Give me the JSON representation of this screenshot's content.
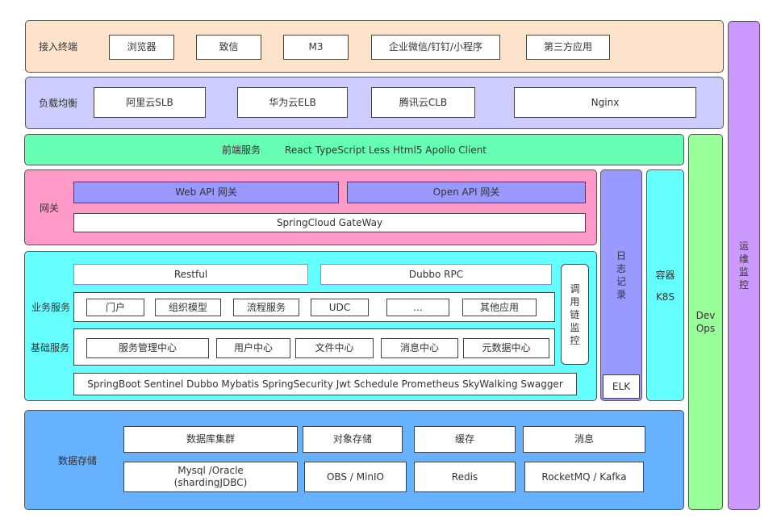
{
  "colors": {
    "access": "#fde3cc",
    "lb": "#ccccff",
    "frontend": "#66ffb3",
    "gateway": "#ff99c8",
    "gateway_api": "#9999ff",
    "services": "#66ffff",
    "log": "#9999ff",
    "container": "#66ffff",
    "devops": "#99ff99",
    "ops": "#cc99ff",
    "storage": "#66b2ff"
  },
  "access": {
    "label": "接入终端",
    "items": [
      "浏览器",
      "致信",
      "M3",
      "企业微信/钉钉/小程序",
      "第三方应用"
    ]
  },
  "load_balance": {
    "label": "负载均衡",
    "items": [
      "阿里云SLB",
      "华为云ELB",
      "腾讯云CLB",
      "Nginx"
    ]
  },
  "frontend": {
    "label": "前端服务",
    "stack": "React TypeScript Less Html5 Apollo Client"
  },
  "gateway": {
    "label": "网关",
    "web_api": "Web API 网关",
    "open_api": "Open API 网关",
    "spring_gateway": "SpringCloud GateWay"
  },
  "services": {
    "restful": "Restful",
    "dubbo": "Dubbo RPC",
    "business_label": "业务服务",
    "business_items": [
      "门户",
      "组织模型",
      "流程服务",
      "UDC",
      "...",
      "其他应用"
    ],
    "base_label": "基础服务",
    "base_items": [
      "服务管理中心",
      "用户中心",
      "文件中心",
      "消息中心",
      "元数据中心"
    ],
    "tech_stack": "SpringBoot  Sentinel Dubbo Mybatis SpringSecurity Jwt Schedule  Prometheus SkyWalking Swagger",
    "trace_chars": [
      "调",
      "用",
      "链",
      "监",
      "控"
    ]
  },
  "logging": {
    "chars": [
      "日",
      "志",
      "记",
      "录"
    ],
    "elk": "ELK"
  },
  "container": {
    "label": "容器",
    "k8s": "K8S"
  },
  "devops": {
    "line1": "Dev",
    "line2": "Ops"
  },
  "ops_monitor": {
    "chars": [
      "运",
      "维",
      "监",
      "控"
    ]
  },
  "storage": {
    "label": "数据存储",
    "categories": [
      "数据库集群",
      "对象存储",
      "缓存",
      "消息"
    ],
    "db_line1": "Mysql /Oracle",
    "db_line2": "(shardingJDBC)",
    "object": "OBS / MinIO",
    "cache": "Redis",
    "mq": "RocketMQ / Kafka"
  }
}
